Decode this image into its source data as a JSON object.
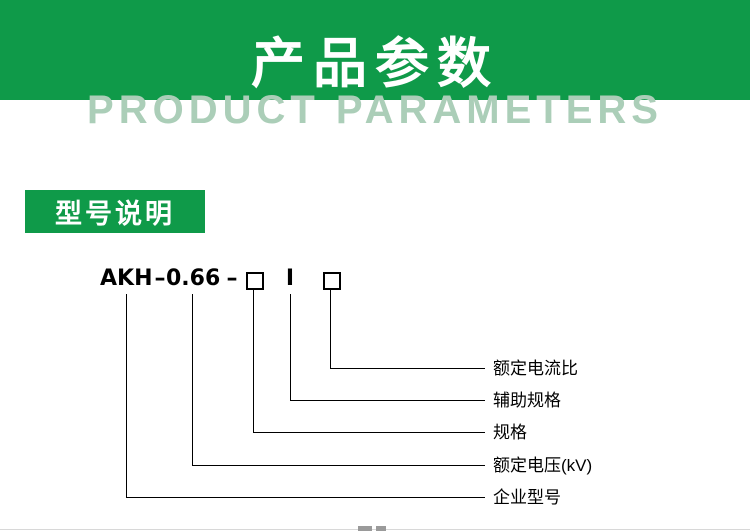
{
  "banner": {
    "title": "产品参数",
    "subtitle": "PRODUCT PARAMETERS"
  },
  "section_header": {
    "label": "型号说明"
  },
  "model": {
    "prefix": "AKH",
    "separator1": "–",
    "voltage": "0.66",
    "separator2": "–",
    "phase": "I"
  },
  "callouts": {
    "labels": [
      "额定电流比",
      "辅助规格",
      "规格",
      "额定电压(kV)",
      "企业型号"
    ]
  },
  "colors": {
    "banner_green": "#0f9a49",
    "subtitle_green": "#abceb8"
  }
}
